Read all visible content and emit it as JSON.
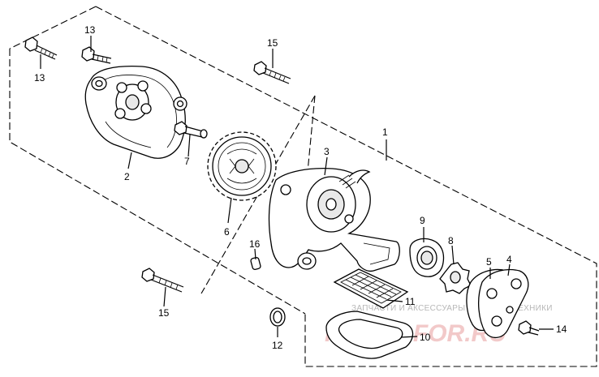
{
  "callouts": {
    "c1": "1",
    "c2": "2",
    "c3": "3",
    "c4": "4",
    "c5": "5",
    "c6": "6",
    "c7": "7",
    "c8": "8",
    "c9": "9",
    "c10": "10",
    "c11": "11",
    "c12": "12",
    "c13a": "13",
    "c13b": "13",
    "c14": "14",
    "c15a": "15",
    "c15b": "15",
    "c16": "16"
  },
  "watermark": {
    "tagline": "ЗАПЧАСТИ И АКСЕССУАРЫ ДЛЯ МОТОТЕХНИКИ",
    "logo": "PARTS-FOR.RU"
  }
}
